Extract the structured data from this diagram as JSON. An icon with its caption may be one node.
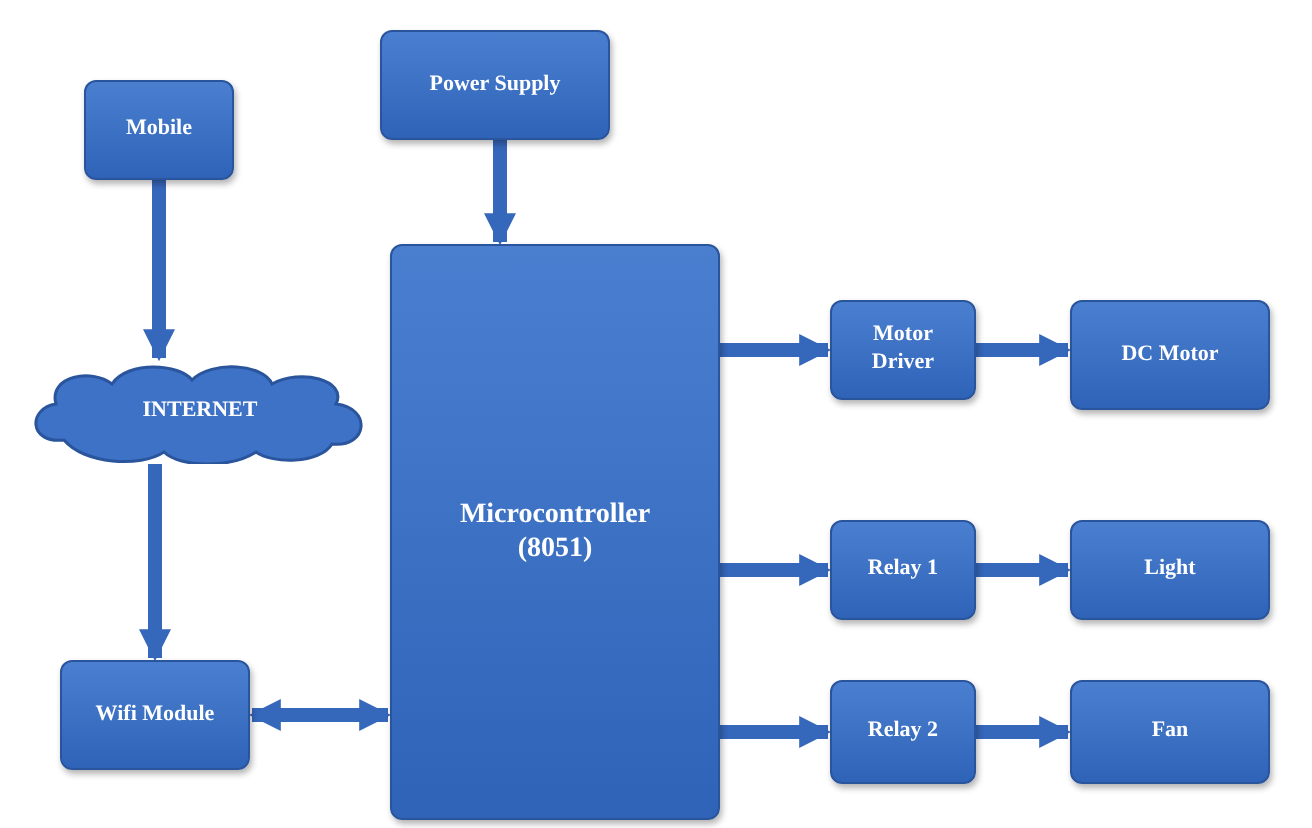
{
  "diagram": {
    "nodes": [
      {
        "text": [
          "Mobile"
        ]
      },
      {
        "text": [
          "Power Supply"
        ]
      },
      {
        "text": [
          "INTERNET"
        ]
      },
      {
        "text": [
          "Microcontroller (8051)"
        ]
      },
      {
        "text": [
          "Motor Driver"
        ]
      },
      {
        "text": [
          "DC Motor"
        ]
      },
      {
        "text": [
          "Relay 1"
        ]
      },
      {
        "text": [
          "Light"
        ]
      },
      {
        "text": [
          "Wifi Module"
        ]
      },
      {
        "text": [
          "Relay 2"
        ]
      },
      {
        "text": [
          "Fan"
        ]
      }
    ],
    "edges": [
      {
        "from": 0,
        "to": 2,
        "arrow": "to"
      },
      {
        "from": 2,
        "to": 8,
        "arrow": "to"
      },
      {
        "from": 1,
        "to": 3,
        "arrow": "to"
      },
      {
        "from": 8,
        "to": 3,
        "arrow": "both"
      },
      {
        "from": 3,
        "to": 4,
        "arrow": "to"
      },
      {
        "from": 4,
        "to": 5,
        "arrow": "to"
      },
      {
        "from": 3,
        "to": 6,
        "arrow": "to"
      },
      {
        "from": 6,
        "to": 7,
        "arrow": "to"
      },
      {
        "from": 3,
        "to": 9,
        "arrow": "to"
      },
      {
        "from": 9,
        "to": 10,
        "arrow": "to"
      }
    ]
  }
}
